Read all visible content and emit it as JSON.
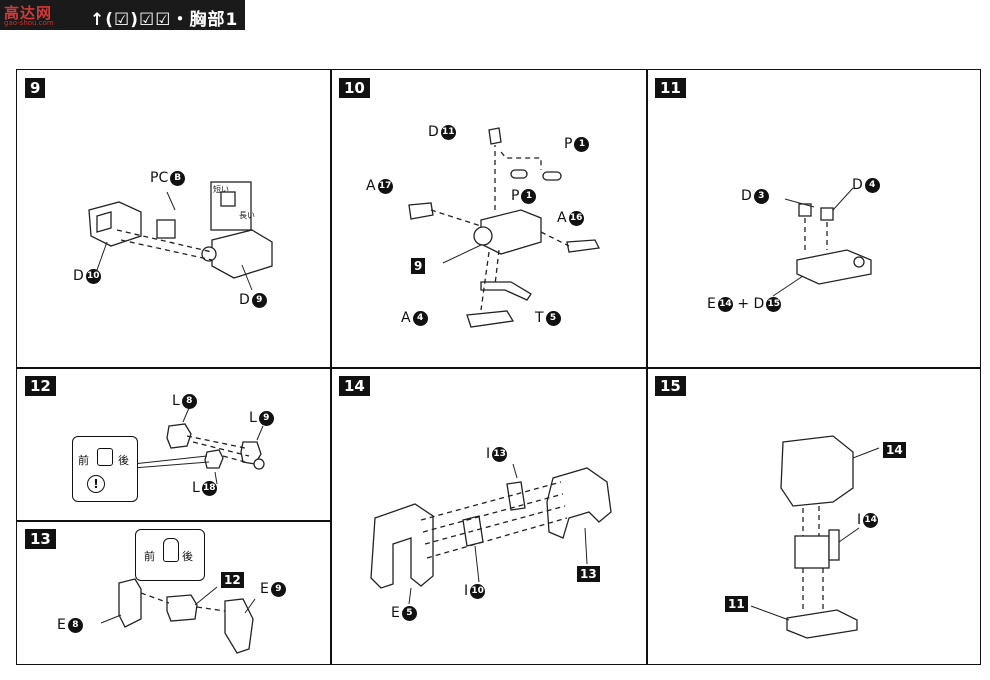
{
  "header": {
    "logo": "高达网",
    "logo_sub": "gao-shou.com",
    "title": "↑(☑)☑☑・胸部1"
  },
  "steps": {
    "s9": {
      "num": "9",
      "pc_letter": "PC",
      "pc_part": "B",
      "d10_letter": "D",
      "d10_part": "10",
      "d9_letter": "D",
      "d9_part": "9",
      "short_label": "短い",
      "long_label": "長い"
    },
    "s10": {
      "num": "10",
      "d11_letter": "D",
      "d11_part": "11",
      "p1a_letter": "P",
      "p1a_part": "1",
      "p1b_letter": "P",
      "p1b_part": "1",
      "a17_letter": "A",
      "a17_part": "17",
      "a16_letter": "A",
      "a16_part": "16",
      "ref9": "9",
      "a4_letter": "A",
      "a4_part": "4",
      "t5_letter": "T",
      "t5_part": "5"
    },
    "s11": {
      "num": "11",
      "d3_letter": "D",
      "d3_part": "3",
      "d4_letter": "D",
      "d4_part": "4",
      "e14_letter": "E",
      "e14_part": "14",
      "plus": "+",
      "d15_letter": "D",
      "d15_part": "15"
    },
    "s12": {
      "num": "12",
      "l8_letter": "L",
      "l8_part": "8",
      "l9_letter": "L",
      "l9_part": "9",
      "l18_letter": "L",
      "l18_part": "18",
      "front": "前",
      "back": "後",
      "warn": "!"
    },
    "s13": {
      "num": "13",
      "e8_letter": "E",
      "e8_part": "8",
      "e9_letter": "E",
      "e9_part": "9",
      "ref12": "12",
      "front": "前",
      "back": "後"
    },
    "s14": {
      "num": "14",
      "i13_letter": "I",
      "i13_part": "13",
      "i10_letter": "I",
      "i10_part": "10",
      "e5_letter": "E",
      "e5_part": "5",
      "ref13": "13"
    },
    "s15": {
      "num": "15",
      "ref14": "14",
      "i14_letter": "I",
      "i14_part": "14",
      "ref11": "11"
    }
  }
}
